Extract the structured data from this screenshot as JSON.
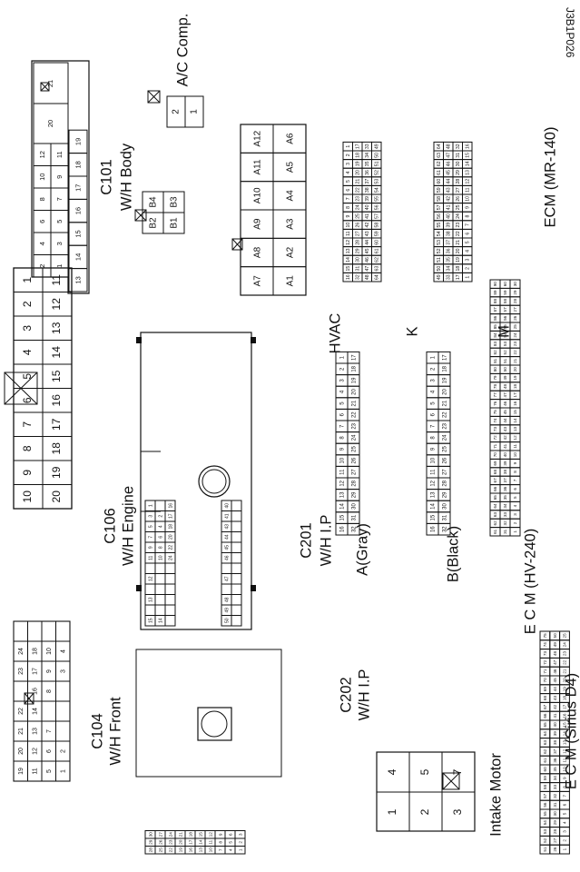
{
  "figure_id": "J3B1P026",
  "connectors": {
    "c101": {
      "title": "C101",
      "subtitle": "W/H Body",
      "row_a": [
        "",
        "",
        "",
        "",
        "",
        "",
        "",
        "",
        "",
        "",
        "",
        "",
        "",
        "",
        "",
        "2",
        "",
        ""
      ],
      "cells_top": [
        "2",
        "4",
        "6",
        "8",
        "10",
        "12"
      ],
      "top": [
        [
          "",
          "1",
          "3",
          "5",
          "7",
          "9",
          "11"
        ],
        [
          "",
          "2",
          "4",
          "6",
          "8",
          "10",
          "12"
        ]
      ],
      "bottom": [
        "13",
        "14",
        "15",
        "16",
        "17",
        "18",
        "19",
        "20",
        "21"
      ]
    },
    "ac": {
      "title": "A/C Comp.",
      "pins": [
        "1",
        "2"
      ]
    },
    "bpins": {
      "pins": [
        "B1",
        "B2",
        "B3",
        "B4"
      ]
    },
    "hvac": {
      "title": "HVAC",
      "pins": [
        "A1",
        "A2",
        "A3",
        "A4",
        "A5",
        "A6",
        "A7",
        "A8",
        "A9",
        "A10",
        "A11",
        "A12"
      ]
    },
    "c106": {
      "title": "C106",
      "subtitle": "W/H Engine",
      "pins": [
        "1",
        "2",
        "3",
        "4",
        "5",
        "6",
        "7",
        "8",
        "9",
        "10",
        "11",
        "12",
        "13",
        "14",
        "15",
        "16",
        "17",
        "18",
        "19",
        "20"
      ]
    },
    "c104": {
      "title": "C104",
      "subtitle": "W/H Front"
    },
    "c201": {
      "title": "C201",
      "subtitle": "W/H I.P"
    },
    "a_gray": {
      "title": "A(Gray)"
    },
    "b_black": {
      "title": "B(Black)"
    },
    "c202": {
      "title": "C202",
      "subtitle": "W/H I.P",
      "pins": [
        "1",
        "2",
        "3",
        "4",
        "5",
        "6",
        "7"
      ]
    },
    "intake": {
      "title": "Intake Motor"
    },
    "ecm_hv": {
      "title": "E C M (HV-240)"
    },
    "ecm_sirius": {
      "title": "E C M (Sirius D4)"
    },
    "ecm_mr": {
      "title": "ECM (MR-140)",
      "k": "K",
      "m": "M"
    }
  }
}
